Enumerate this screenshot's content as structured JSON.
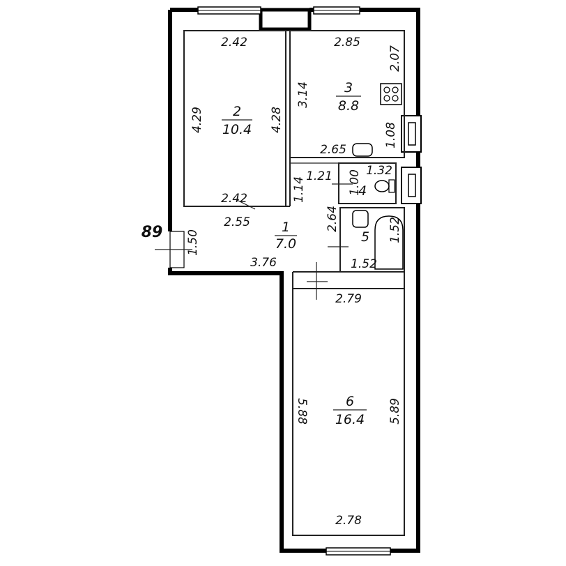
{
  "plan_id": "89",
  "rooms": [
    {
      "number": "1",
      "area": "7.0"
    },
    {
      "number": "2",
      "area": "10.4"
    },
    {
      "number": "3",
      "area": "8.8"
    },
    {
      "number": "4",
      "area": ""
    },
    {
      "number": "5",
      "area": ""
    },
    {
      "number": "6",
      "area": "16.4"
    }
  ],
  "dimensions": {
    "r2_top": "2.42",
    "r2_left": "4.29",
    "r2_right": "4.28",
    "r2_bottom": "2.42",
    "r3_top": "2.85",
    "r3_right_top": "2.07",
    "r3_left": "3.14",
    "r3_right_mid": "1.08",
    "r3_bottom": "2.65",
    "r4_top": "1.21",
    "r4_top2": "1.32",
    "r4_side": "1.00",
    "hall_left_low": "1.14",
    "hall_top": "2.55",
    "hall_left": "1.50",
    "hall_bottom": "3.76",
    "hall_right": "2.64",
    "r5_right": "1.52",
    "r5_bottom": "1.52",
    "r6_top": "2.79",
    "r6_left": "5.88",
    "r6_right": "5.89",
    "r6_bottom": "2.78"
  }
}
